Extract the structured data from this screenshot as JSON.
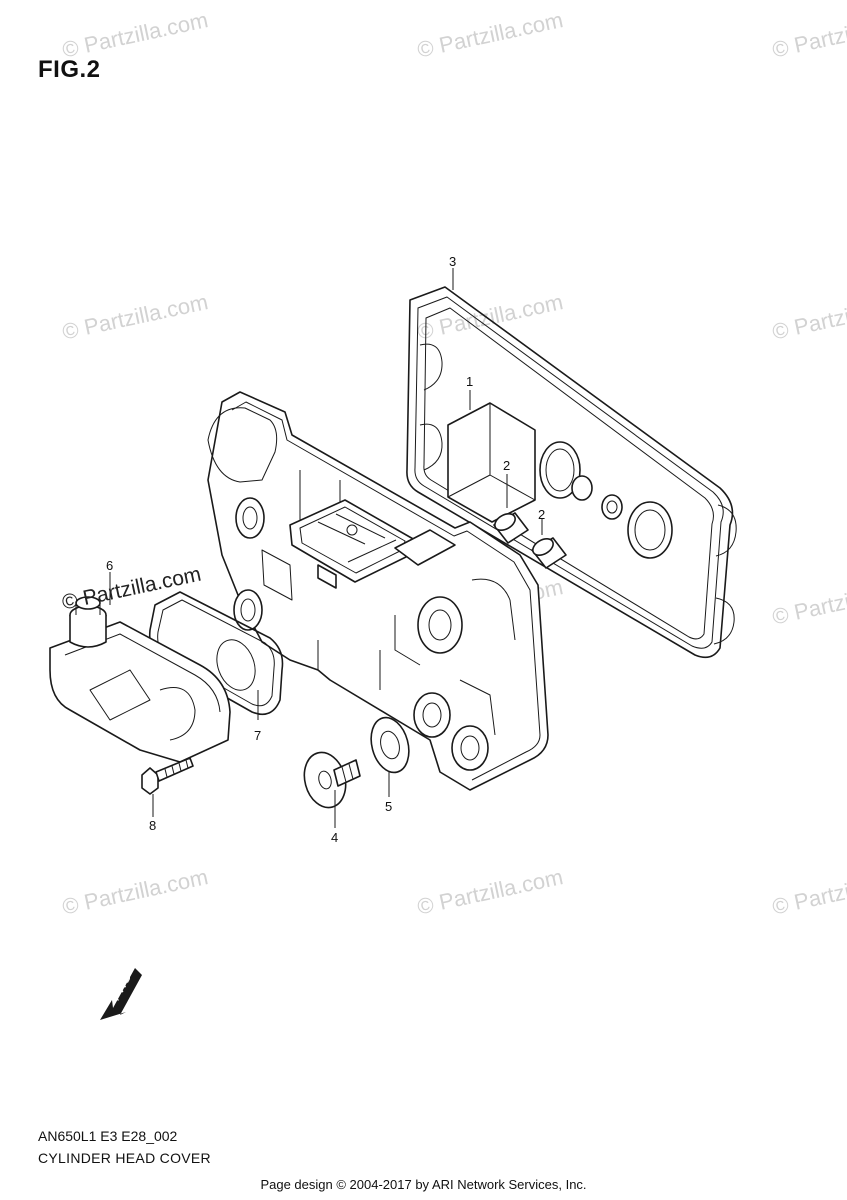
{
  "figure_label": "FIG.2",
  "model_code": "AN650L1 E3 E28_002",
  "section_title": "CYLINDER HEAD COVER",
  "footer": "Page design © 2004-2017 by ARI Network Services, Inc.",
  "watermark_text": "© Partzilla.com",
  "fwd_label": "FWD",
  "callouts": [
    "1",
    "2",
    "2",
    "3",
    "4",
    "5",
    "6",
    "7",
    "8"
  ]
}
